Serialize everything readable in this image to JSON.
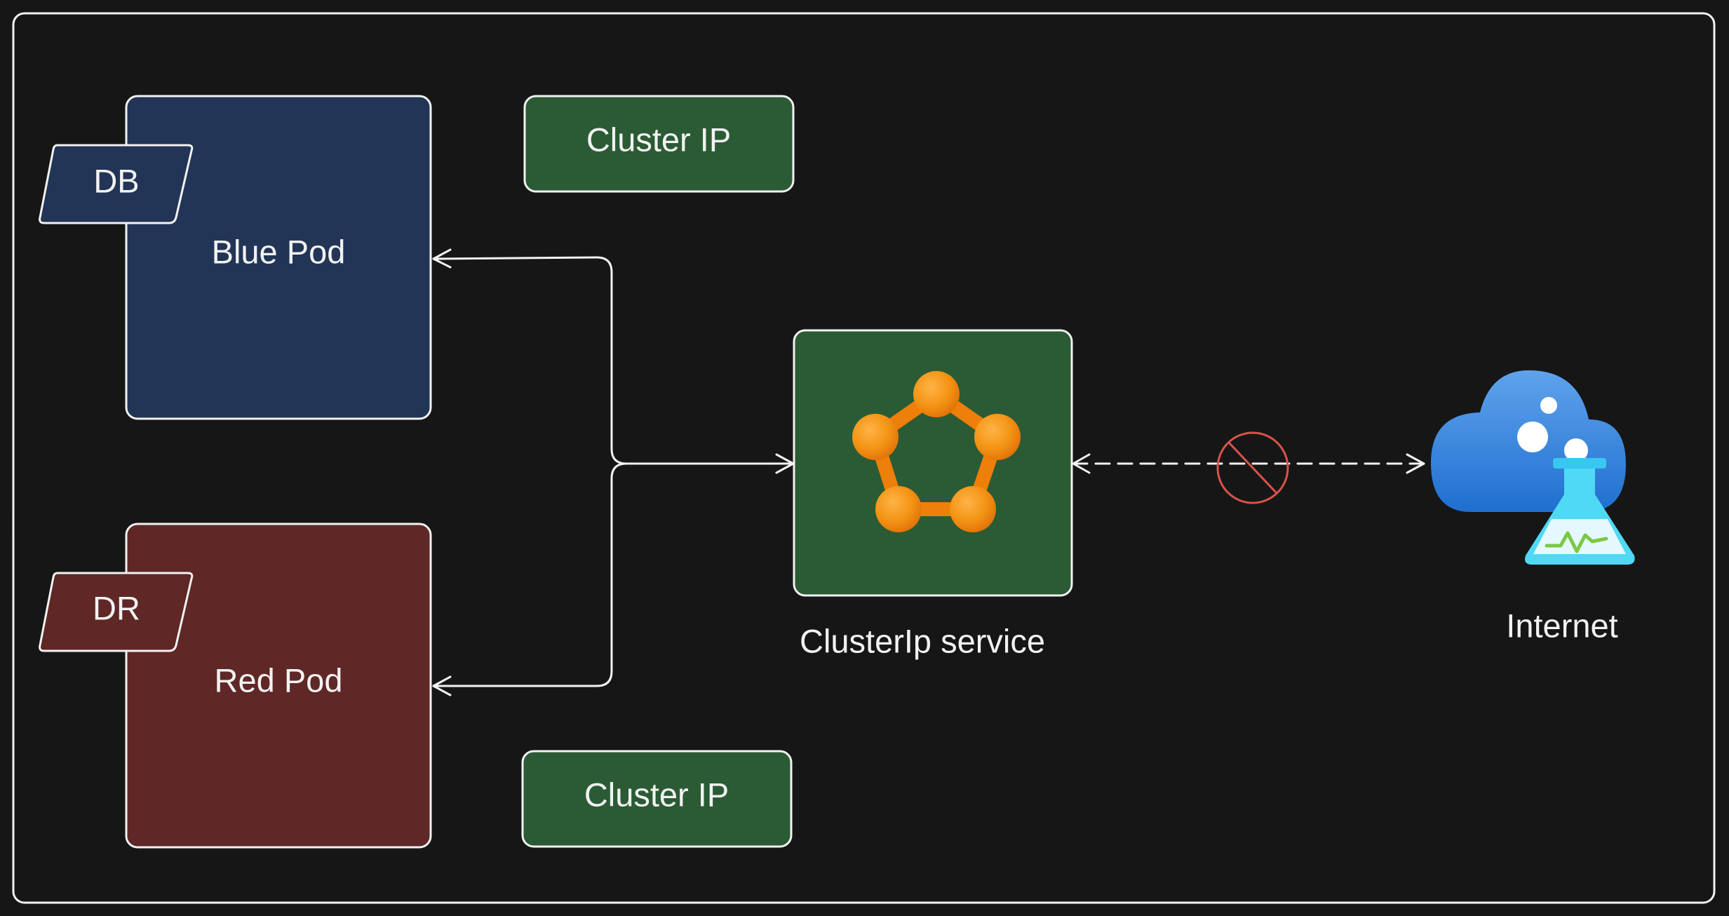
{
  "diagram": {
    "blue_pod": {
      "label": "Blue Pod",
      "tag": "DB",
      "fill": "#223556",
      "tag_fill": "#223556"
    },
    "red_pod": {
      "label": "Red Pod",
      "tag": "DR",
      "fill": "#5f2726",
      "tag_fill": "#5f2726"
    },
    "cluster_ip_top": {
      "label": "Cluster IP",
      "fill": "#2b5b34"
    },
    "cluster_ip_bottom": {
      "label": "Cluster IP",
      "fill": "#2b5b34"
    },
    "service": {
      "label": "ClusterIp service",
      "fill": "#2b5b34",
      "icon": "network-nodes-icon",
      "icon_color": "#f08a0c"
    },
    "internet": {
      "label": "Internet",
      "icon": "cloud-lab-icon",
      "cloud_color": "#3e87e2",
      "flask_color": "#4fd9f5"
    },
    "blocked_marker": {
      "icon": "blocked-icon",
      "color": "#d9534a"
    },
    "stroke_color": "#f2f2f2",
    "background": "#161616"
  }
}
